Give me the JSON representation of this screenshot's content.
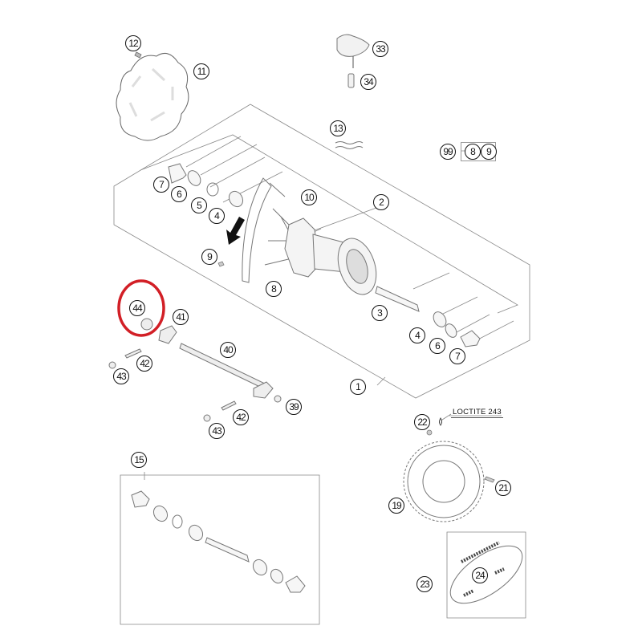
{
  "diagram": {
    "title": "Rear wheel exploded parts diagram",
    "highlight": {
      "part": "44",
      "color": "#d21f26"
    },
    "note_label": "LOCTITE 243",
    "kit": {
      "number": "99",
      "contains": [
        "8",
        "9"
      ]
    },
    "callouts": [
      {
        "id": "c1",
        "label": "1"
      },
      {
        "id": "c2",
        "label": "2"
      },
      {
        "id": "c3",
        "label": "3"
      },
      {
        "id": "c4a",
        "label": "4"
      },
      {
        "id": "c4b",
        "label": "4"
      },
      {
        "id": "c5",
        "label": "5"
      },
      {
        "id": "c6a",
        "label": "6"
      },
      {
        "id": "c6b",
        "label": "6"
      },
      {
        "id": "c7a",
        "label": "7"
      },
      {
        "id": "c7b",
        "label": "7"
      },
      {
        "id": "c8",
        "label": "8"
      },
      {
        "id": "c9",
        "label": "9"
      },
      {
        "id": "c10",
        "label": "10"
      },
      {
        "id": "c11",
        "label": "11"
      },
      {
        "id": "c12",
        "label": "12"
      },
      {
        "id": "c13",
        "label": "13"
      },
      {
        "id": "c15",
        "label": "15"
      },
      {
        "id": "c19",
        "label": "19"
      },
      {
        "id": "c21",
        "label": "21"
      },
      {
        "id": "c22",
        "label": "22"
      },
      {
        "id": "c23",
        "label": "23"
      },
      {
        "id": "c24",
        "label": "24"
      },
      {
        "id": "c33",
        "label": "33"
      },
      {
        "id": "c34",
        "label": "34"
      },
      {
        "id": "c39",
        "label": "39"
      },
      {
        "id": "c40",
        "label": "40"
      },
      {
        "id": "c41",
        "label": "41"
      },
      {
        "id": "c42a",
        "label": "42"
      },
      {
        "id": "c42b",
        "label": "42"
      },
      {
        "id": "c43a",
        "label": "43"
      },
      {
        "id": "c43b",
        "label": "43"
      },
      {
        "id": "c44",
        "label": "44"
      }
    ]
  }
}
